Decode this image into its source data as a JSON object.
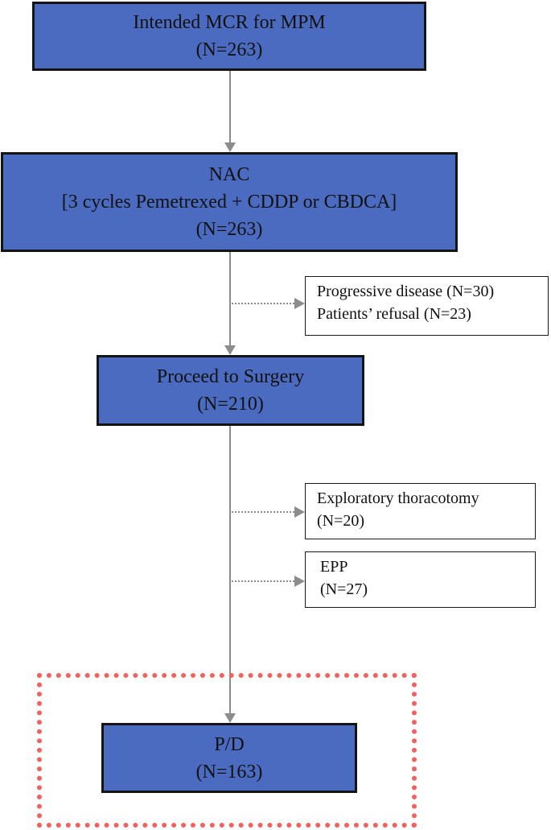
{
  "boxes": {
    "intended": {
      "line1": "Intended MCR for MPM",
      "line2": "(N=263)"
    },
    "nac": {
      "line1": "NAC",
      "line2": "[3 cycles Pemetrexed + CDDP or CBDCA]",
      "line3": "(N=263)"
    },
    "surgery": {
      "line1": "Proceed to Surgery",
      "line2": "(N=210)"
    },
    "pd": {
      "line1": "P/D",
      "line2": "(N=163)"
    }
  },
  "exclusions": {
    "after_nac": {
      "line1": "Progressive disease (N=30)",
      "line2": "Patients’ refusal (N=23)"
    },
    "exploratory": {
      "line1": "Exploratory thoracotomy",
      "line2": "(N=20)"
    },
    "epp": {
      "line1": "EPP",
      "line2": "(N=27)"
    }
  },
  "colors": {
    "box_fill": "#4a6bbf",
    "box_border": "#141414",
    "arrow": "#8c8c8c",
    "highlight_frame": "#f0625e"
  }
}
